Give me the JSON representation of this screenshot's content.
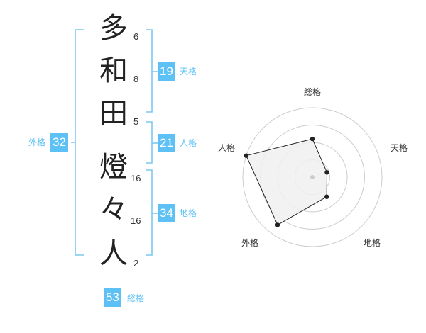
{
  "name": {
    "characters": [
      {
        "char": "多",
        "strokes": "6"
      },
      {
        "char": "和",
        "strokes": "8"
      },
      {
        "char": "田",
        "strokes": "5"
      },
      {
        "char": "燈",
        "strokes": "16"
      },
      {
        "char": "々",
        "strokes": "16"
      },
      {
        "char": "人",
        "strokes": "2"
      }
    ]
  },
  "fortunes": {
    "tenkaku": {
      "value": "19",
      "label": "天格"
    },
    "jinkaku": {
      "value": "21",
      "label": "人格"
    },
    "chikaku": {
      "value": "34",
      "label": "地格"
    },
    "gaikaku": {
      "value": "32",
      "label": "外格"
    },
    "soukaku": {
      "value": "53",
      "label": "総格"
    }
  },
  "colors": {
    "accent": "#5ec1f5",
    "bracket": "#7cc8f2",
    "text": "#222222",
    "ring": "#cccccc",
    "polygon_stroke": "#222222",
    "polygon_fill": "#f0f0f0"
  },
  "chart_data": {
    "type": "radar",
    "axes": [
      "総格",
      "天格",
      "地格",
      "外格",
      "人格"
    ],
    "values": [
      0.55,
      0.22,
      0.35,
      0.85,
      1.0
    ],
    "rings": 4
  }
}
